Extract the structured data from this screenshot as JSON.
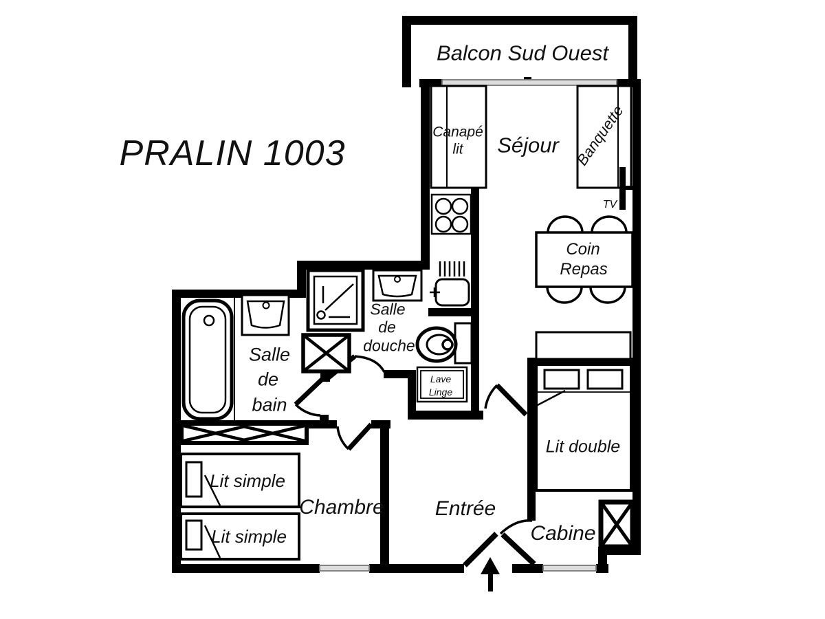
{
  "page": {
    "background": "#ffffff",
    "wall_color": "#000000",
    "window_color": "#d9d9d9",
    "window_edge_color": "#777777"
  },
  "plan": {
    "title": "PRALIN 1003",
    "balcony": "Balcon Sud Ouest",
    "living": "Séjour",
    "sofa_l1": "Canapé",
    "sofa_l2": "lit",
    "bench": "Banquette",
    "tv": "TV",
    "dining_l1": "Coin",
    "dining_l2": "Repas",
    "shower_l1": "Salle",
    "shower_l2": "de",
    "shower_l3": "douche",
    "bath_l1": "Salle",
    "bath_l2": "de",
    "bath_l3": "bain",
    "washer_l1": "Lave",
    "washer_l2": "Linge",
    "double_bed": "Lit double",
    "single_bed_1": "Lit simple",
    "single_bed_2": "Lit simple",
    "bedroom": "Chambre",
    "entry": "Entrée",
    "cabin": "Cabine"
  }
}
